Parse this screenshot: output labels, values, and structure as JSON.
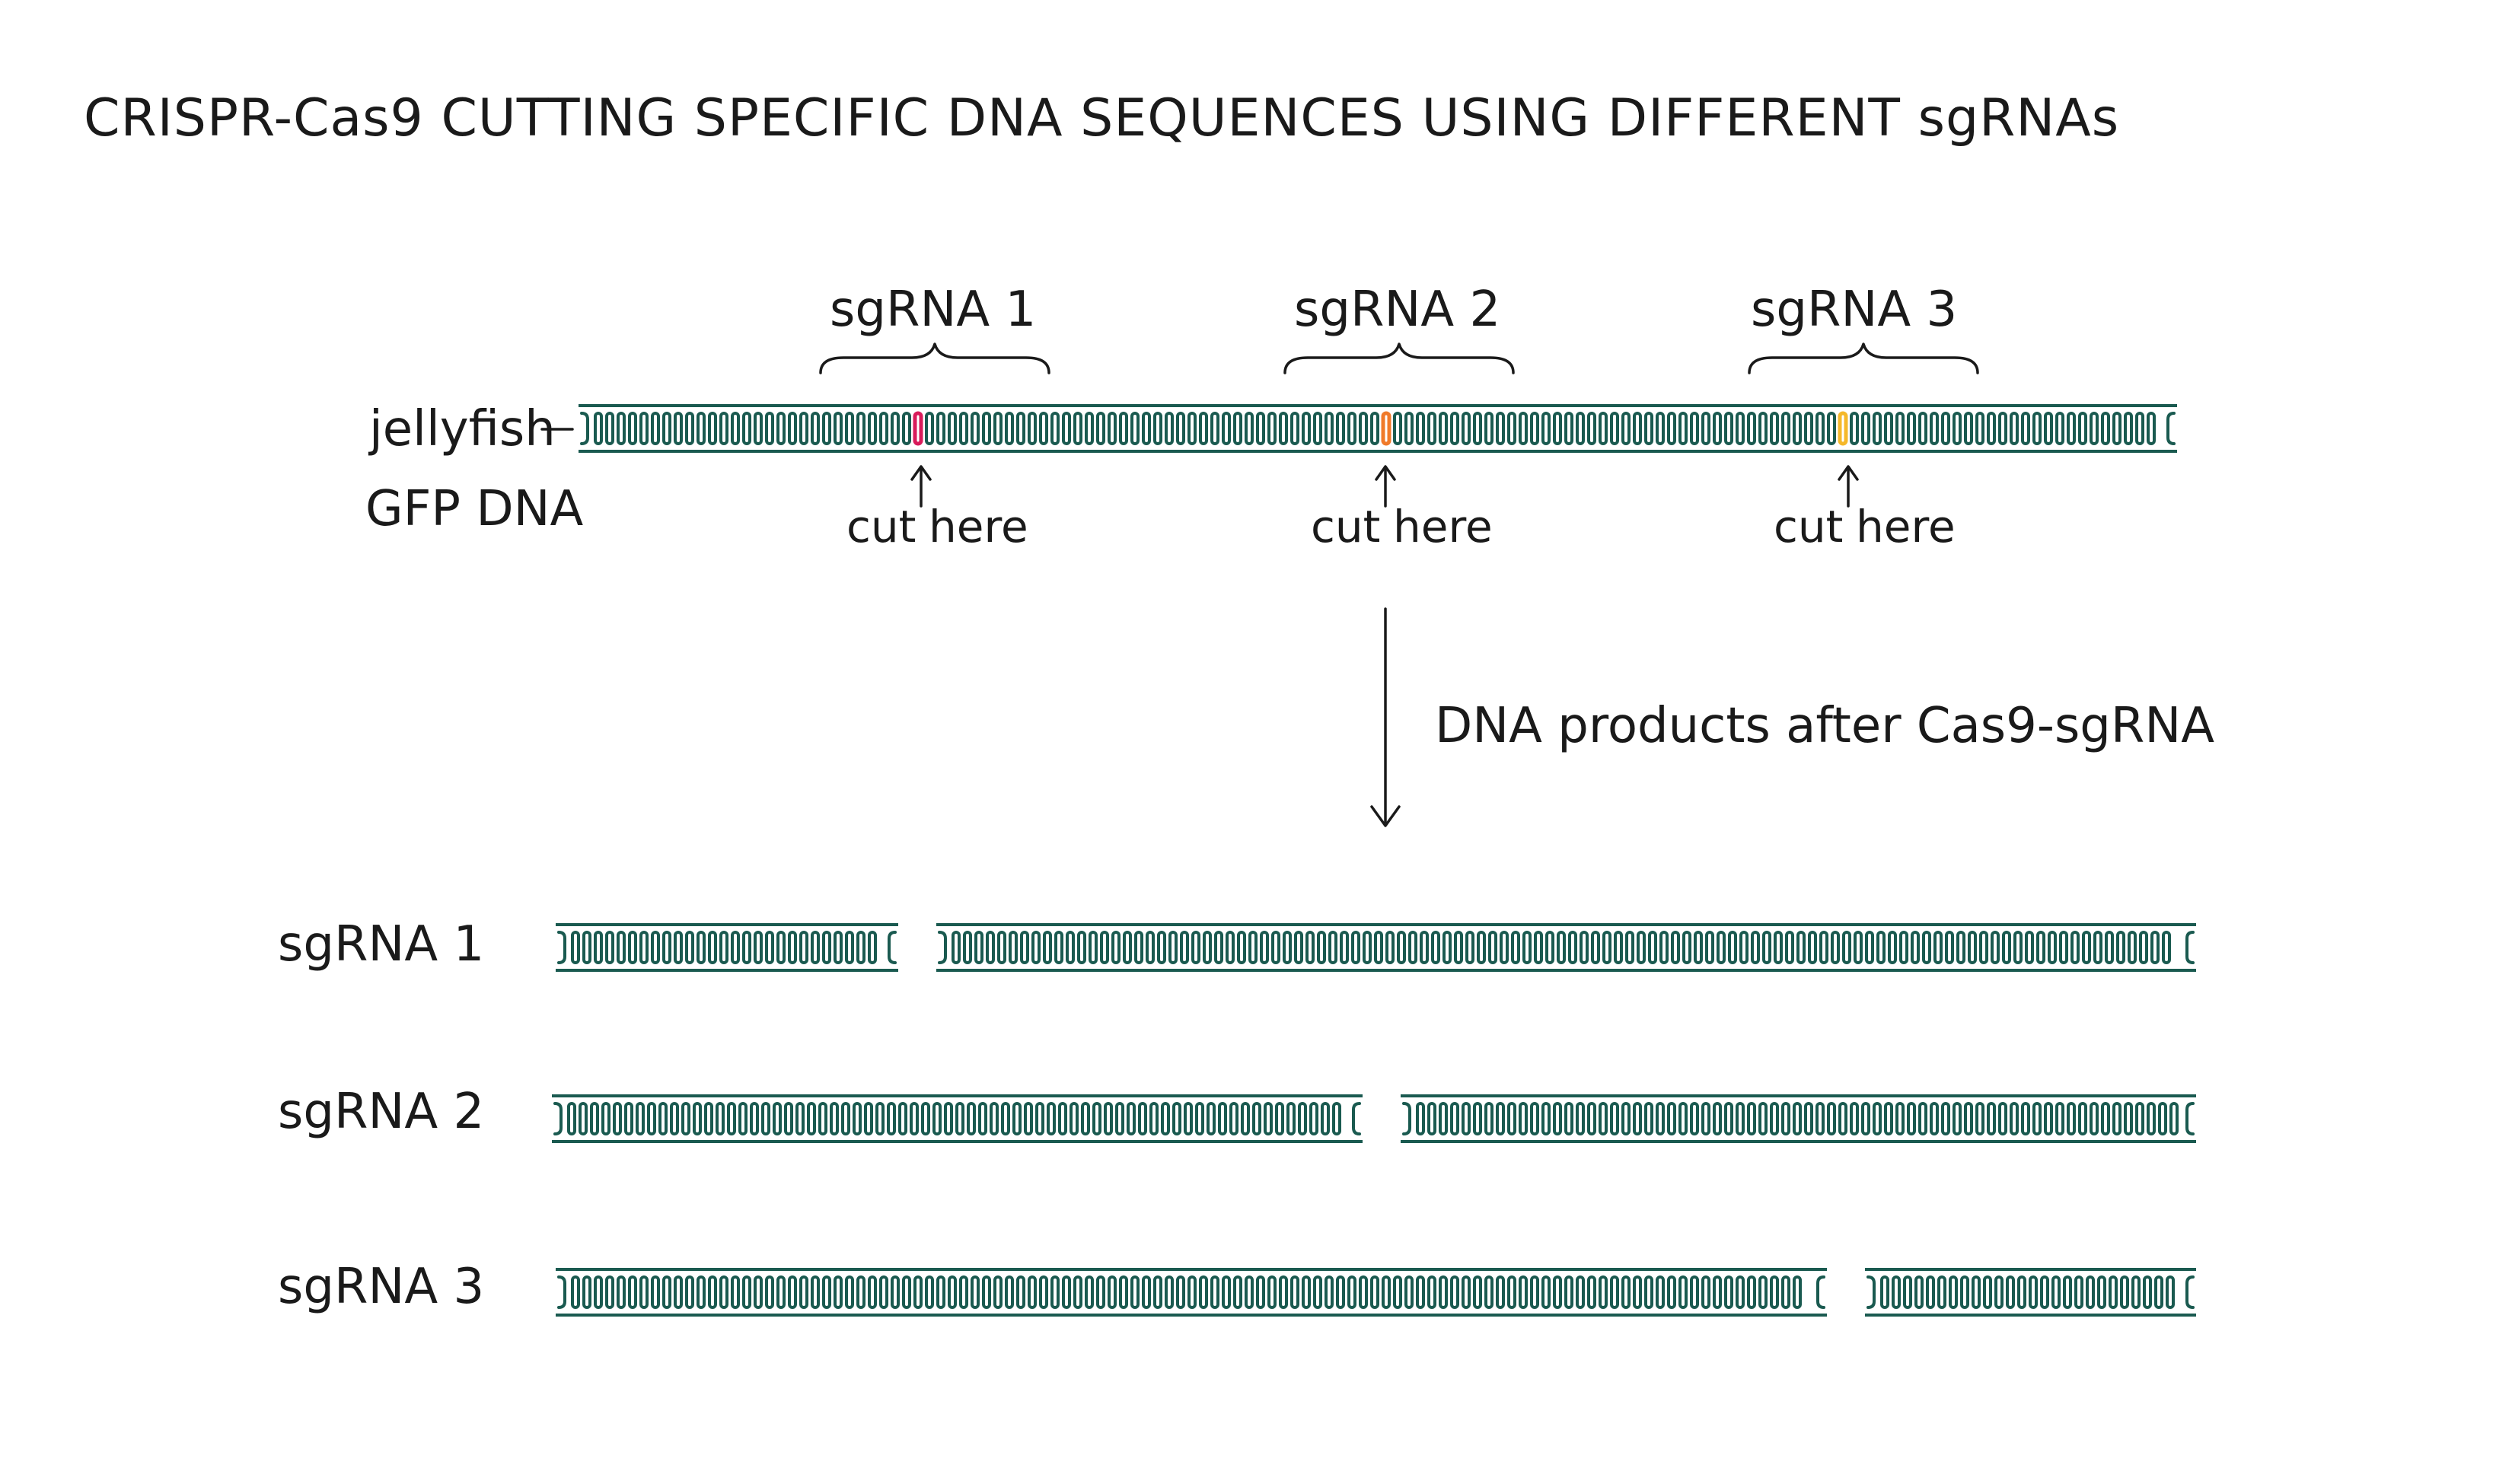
{
  "title": "CRISPR-Cas9 CUTTING SPECIFIC DNA SEQUENCES USING DIFFERENT sgRNAs",
  "source_label_line1": "jellyfish",
  "source_label_line2": "GFP DNA",
  "process_label": "DNA products after Cas9-sgRNA",
  "guides": [
    {
      "name": "sgRNA 1",
      "cut_label": "cut",
      "cut_label2": "here",
      "color": "#d81b5a",
      "product_label": "sgRNA 1"
    },
    {
      "name": "sgRNA 2",
      "cut_label": "cut",
      "cut_label2": "here",
      "color": "#f07a2a",
      "product_label": "sgRNA 2"
    },
    {
      "name": "sgRNA 3",
      "cut_label": "cut",
      "cut_label2": "here",
      "color": "#f5b82a",
      "product_label": "sgRNA 3"
    }
  ],
  "colors": {
    "dna": "#1a5a50",
    "text": "#1a1a1a",
    "background": "#ffffff"
  }
}
